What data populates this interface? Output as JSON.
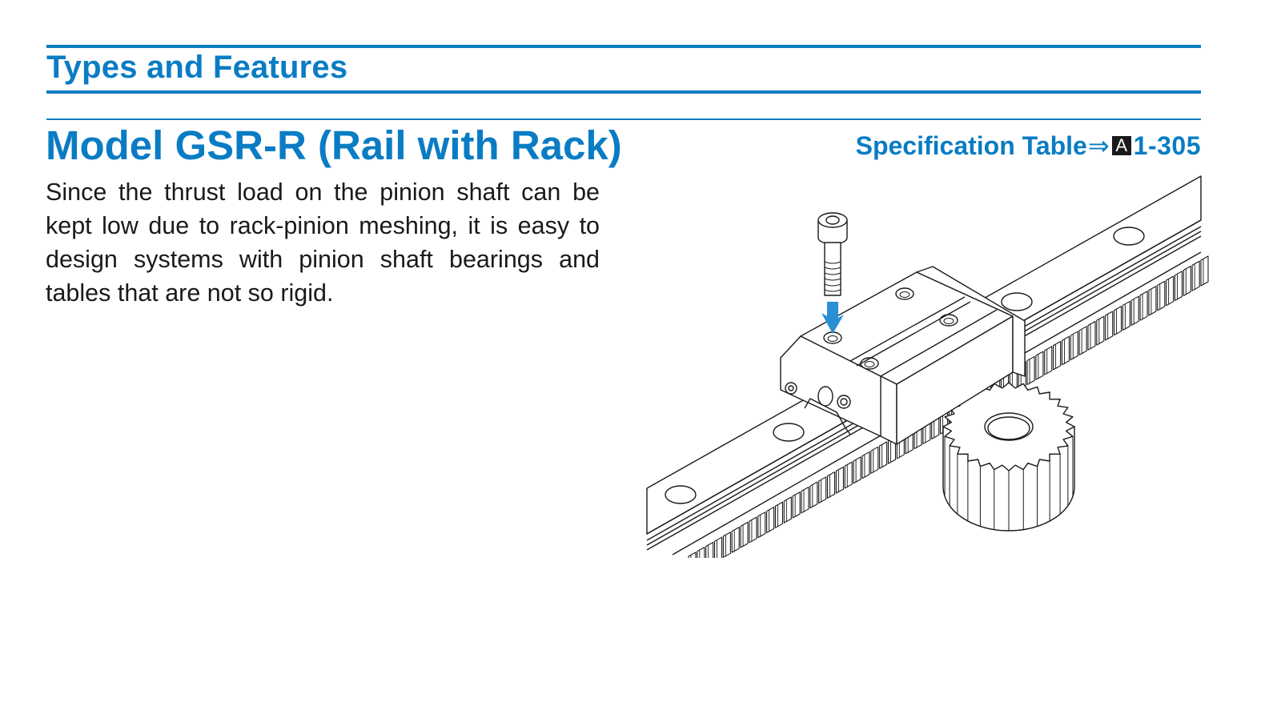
{
  "header": {
    "section_title": "Types and Features"
  },
  "model": {
    "title": "Model GSR-R (Rail with Rack)",
    "spec_reference": {
      "label": "Specification Table",
      "arrow": "⇒",
      "badge": "A",
      "page": "1-305"
    },
    "description": "Since the thrust load on the pinion shaft can be kept low due to rack-pinion meshing, it is easy to design systems with pinion shaft bearings and tables that are not so rigid."
  },
  "illustration": {
    "subject": "GSR-R linear guide block on rail with integrated rack, meshing pinion gear, and mounting cap screw",
    "components": [
      "cap-screw",
      "mounting-arrow",
      "lm-block",
      "rail",
      "rack",
      "pinion-gear"
    ],
    "colors": {
      "accent": "#2a8fd4",
      "line": "#1a1a1a",
      "fill": "#ffffff"
    }
  },
  "colors": {
    "brand": "#0a7cc4",
    "text": "#1a1a1a",
    "badge_bg": "#1a1a1a"
  }
}
